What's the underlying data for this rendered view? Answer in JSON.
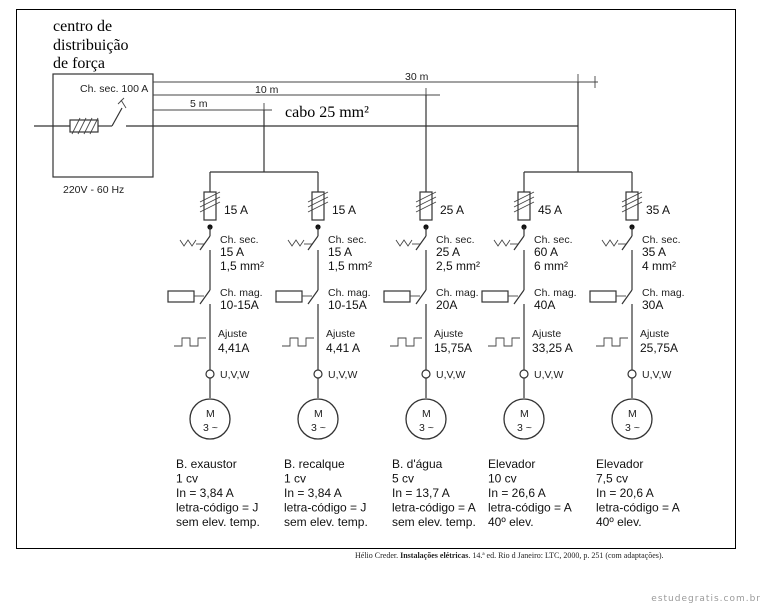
{
  "panel": {
    "title_lines": [
      "centro de",
      "distribuição",
      "de força"
    ],
    "breaker_label": "Ch. sec. 100 A",
    "supply_label": "220V - 60 Hz"
  },
  "distances": {
    "d30": "30 m",
    "d10": "10 m",
    "d5": "5 m",
    "cable_label": "cabo 25 mm²"
  },
  "branches": [
    {
      "fuse": "15 A",
      "switch_label": "Ch. sec.",
      "switch_rating": "15 A",
      "cable": "1,5 mm²",
      "mag_label": "Ch. mag.",
      "mag_rating": "10-15A",
      "adj_label": "Ajuste",
      "adj_value": "4,41A",
      "terminals": "U,V,W",
      "motor_top": "M",
      "motor_bottom": "3 ~",
      "desc": [
        "B. exaustor",
        "1 cv",
        "In = 3,84 A",
        "letra-código = J",
        "sem elev. temp."
      ]
    },
    {
      "fuse": "15 A",
      "switch_label": "Ch. sec.",
      "switch_rating": "15 A",
      "cable": "1,5 mm²",
      "mag_label": "Ch. mag.",
      "mag_rating": "10-15A",
      "adj_label": "Ajuste",
      "adj_value": "4,41 A",
      "terminals": "U,V,W",
      "motor_top": "M",
      "motor_bottom": "3 ~",
      "desc": [
        "B. recalque",
        "1 cv",
        "In = 3,84 A",
        "letra-código = J",
        "sem elev. temp."
      ]
    },
    {
      "fuse": "25 A",
      "switch_label": "Ch. sec.",
      "switch_rating": "25 A",
      "cable": "2,5 mm²",
      "mag_label": "Ch. mag.",
      "mag_rating": "20A",
      "adj_label": "Ajuste",
      "adj_value": "15,75A",
      "terminals": "U,V,W",
      "motor_top": "M",
      "motor_bottom": "3 ~",
      "desc": [
        "B. d'água",
        "5 cv",
        "In = 13,7 A",
        "letra-código = A",
        "sem elev. temp."
      ]
    },
    {
      "fuse": "45 A",
      "switch_label": "Ch. sec.",
      "switch_rating": "60 A",
      "cable": "6 mm²",
      "mag_label": "Ch. mag.",
      "mag_rating": "40A",
      "adj_label": "Ajuste",
      "adj_value": "33,25 A",
      "terminals": "U,V,W",
      "motor_top": "M",
      "motor_bottom": "3 ~",
      "desc": [
        "Elevador",
        "10 cv",
        "In = 26,6 A",
        "letra-código = A",
        "40º elev."
      ]
    },
    {
      "fuse": "35 A",
      "switch_label": "Ch. sec.",
      "switch_rating": "35 A",
      "cable": "4 mm²",
      "mag_label": "Ch. mag.",
      "mag_rating": "30A",
      "adj_label": "Ajuste",
      "adj_value": "25,75A",
      "terminals": "U,V,W",
      "motor_top": "M",
      "motor_bottom": "3 ~",
      "desc": [
        "Elevador",
        "7,5 cv",
        "In = 20,6 A",
        "letra-código = A",
        "40º elev."
      ]
    }
  ],
  "caption": {
    "author": "Hélio Creder.",
    "book": "Instalações elétricas",
    "rest": ". 14.ª ed. Rio d Janeiro: LTC, 2000, p. 251 (com adaptações)."
  },
  "watermark": "estudegratis.com.br"
}
